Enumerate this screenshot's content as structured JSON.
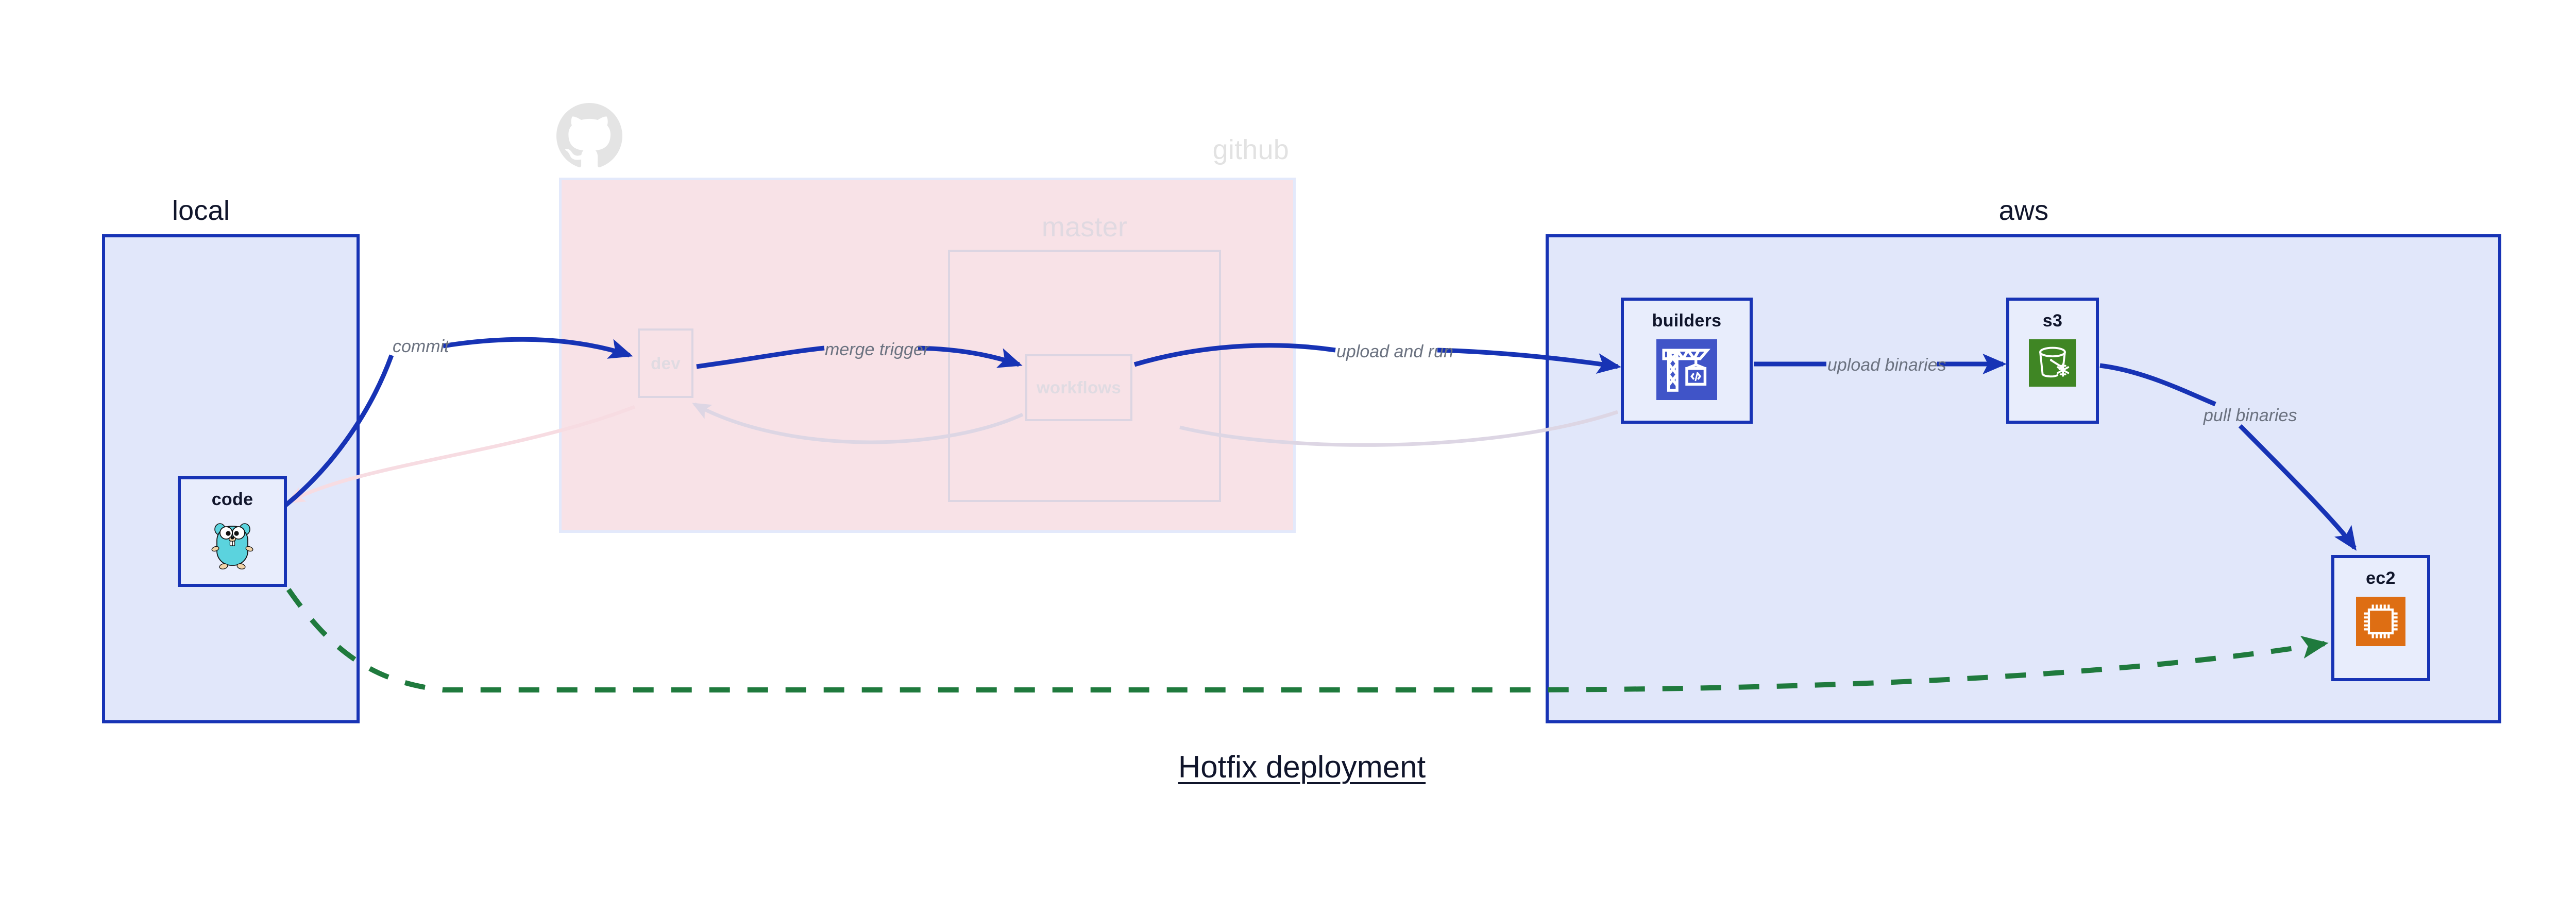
{
  "title": "Hotfix deployment",
  "colors": {
    "edge_blue": "#1733B5",
    "edge_green": "#1F7A3D",
    "group_blue_fill": "#E1E7FA",
    "group_blue_border": "#1733B5",
    "group_pink_fill": "#F8E2E7",
    "node_fill": "#E8EDFC",
    "ghost_gray": "#E0DBE2",
    "label_gray": "#6B7280",
    "builders_icon_bg": "#4054C8",
    "s3_icon_bg": "#3F8624",
    "ec2_icon_bg": "#DE6E13",
    "gopher_body": "#5BD3DE"
  },
  "groups": [
    {
      "id": "local",
      "label": "local",
      "style": "blue"
    },
    {
      "id": "github",
      "label": "github",
      "style": "pink-faded"
    },
    {
      "id": "master",
      "label": "master",
      "style": "ghost"
    },
    {
      "id": "aws",
      "label": "aws",
      "style": "blue"
    }
  ],
  "nodes": [
    {
      "id": "code",
      "label": "code",
      "icon": "go-gopher-icon",
      "group": "local",
      "faded": false
    },
    {
      "id": "dev",
      "label": "dev",
      "icon": "none",
      "group": "github",
      "faded": true
    },
    {
      "id": "workflows",
      "label": "workflows",
      "icon": "none",
      "group": "master",
      "faded": true
    },
    {
      "id": "builders",
      "label": "builders",
      "icon": "aws-codebuild-icon",
      "group": "aws",
      "faded": false
    },
    {
      "id": "s3",
      "label": "s3",
      "icon": "aws-s3-glacier-icon",
      "group": "aws",
      "faded": false
    },
    {
      "id": "ec2",
      "label": "ec2",
      "icon": "aws-ec2-icon",
      "group": "aws",
      "faded": false
    }
  ],
  "edges": [
    {
      "id": "commit",
      "label": "commit",
      "from": "code",
      "to": "dev",
      "style": "solid-blue",
      "faded": false
    },
    {
      "id": "merge-trigger",
      "label": "merge trigger",
      "from": "dev",
      "to": "workflows",
      "style": "solid-blue",
      "faded": false
    },
    {
      "id": "upload-and-run",
      "label": "upload and run",
      "from": "workflows",
      "to": "builders",
      "style": "solid-blue",
      "faded": false
    },
    {
      "id": "upload-binaries",
      "label": "upload binaries",
      "from": "builders",
      "to": "s3",
      "style": "solid-blue",
      "faded": false
    },
    {
      "id": "pull-binaries",
      "label": "pull binaries",
      "from": "s3",
      "to": "ec2",
      "style": "solid-blue",
      "faded": false
    },
    {
      "id": "hotfix-direct",
      "label": "",
      "from": "code",
      "to": "ec2",
      "style": "dashed-green",
      "faded": false
    },
    {
      "id": "ghost-return-1",
      "label": "",
      "from": "builders",
      "to": "workflows",
      "style": "solid-faded",
      "faded": true
    },
    {
      "id": "ghost-return-2",
      "label": "",
      "from": "workflows",
      "to": "dev",
      "style": "solid-faded",
      "faded": true
    },
    {
      "id": "ghost-return-3",
      "label": "",
      "from": "dev",
      "to": "code",
      "style": "solid-faded",
      "faded": true
    }
  ],
  "github_logo": "github-mark-icon"
}
